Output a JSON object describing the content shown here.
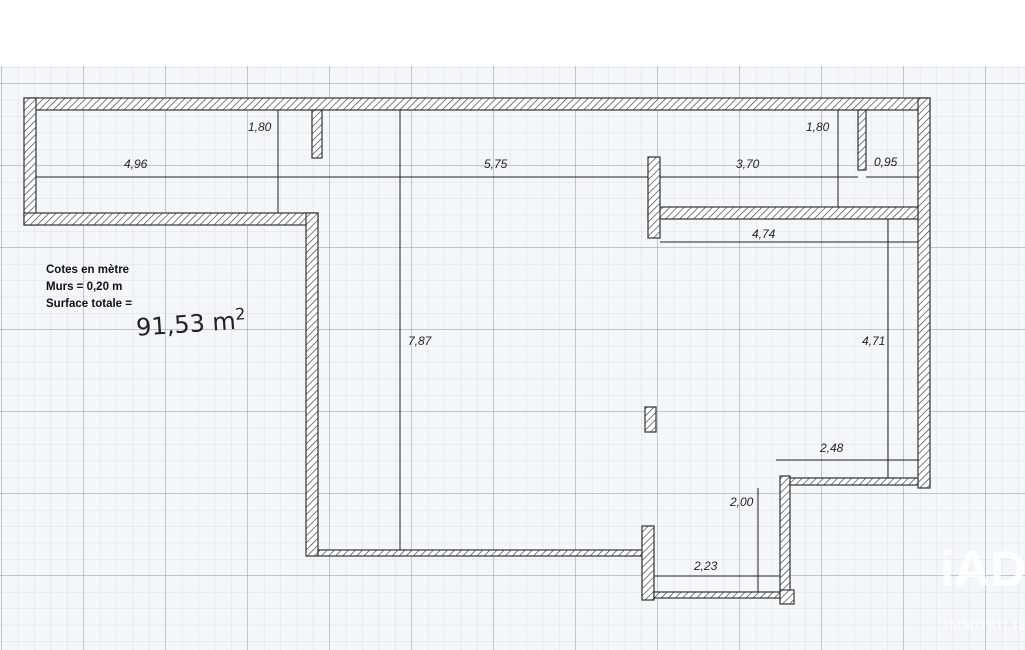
{
  "notes": {
    "units": "Cotes en mètre",
    "walls": "Murs = 0,20 m",
    "surface_label": "Surface totale =",
    "surface_value": "91,53 m",
    "surface_exp": "2"
  },
  "dimensions": {
    "d_4_96": "4,96",
    "d_5_75": "5,75",
    "d_3_70": "3,70",
    "d_0_95": "0,95",
    "d_1_80_left": "1,80",
    "d_1_80_right": "1,80",
    "d_4_74": "4,74",
    "d_7_87": "7,87",
    "d_4_71": "4,71",
    "d_2_48": "2,48",
    "d_2_00": "2,00",
    "d_2_23": "2,23"
  },
  "watermark": {
    "logo": "iAD",
    "sub": "IMMOBILIER"
  },
  "colors": {
    "grid_minor": "#d6dde4",
    "grid_major": "#8c939a",
    "wall": "#333333"
  }
}
